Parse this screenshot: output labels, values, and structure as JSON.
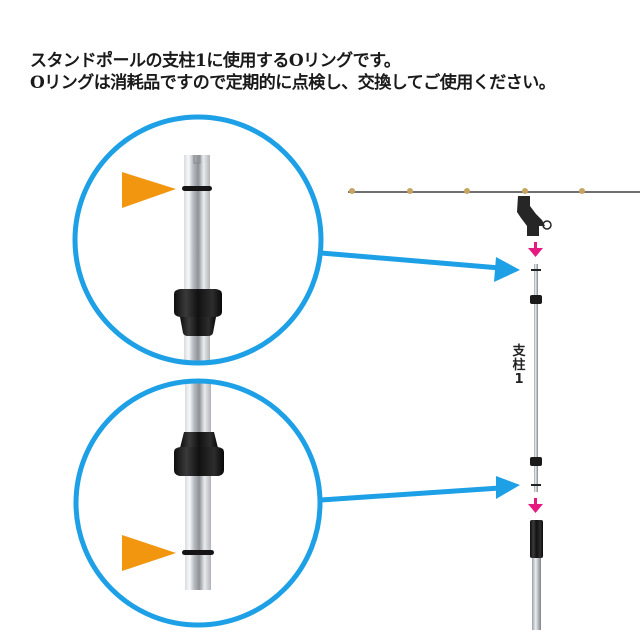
{
  "caption": {
    "line1": "スタンドポールの支柱1に使用するOリングです。",
    "line2": "Oリングは消耗品ですので定期的に点検し、交換してご使用ください。"
  },
  "diagram": {
    "part_label_chars": [
      "支",
      "柱",
      "1"
    ],
    "part_label": "支柱1",
    "detail_callouts": [
      {
        "name": "top-o-ring-detail",
        "marker": "orange-triangle-pointer"
      },
      {
        "name": "bottom-o-ring-detail",
        "marker": "orange-triangle-pointer"
      }
    ],
    "colors": {
      "callout_blue": "#1ea0e6",
      "pointer_orange": "#f3960f",
      "arrow_magenta": "#e6197f",
      "knob_black": "#1c1c1c",
      "pole_silver": "#c8ccd0",
      "boom_brass": "#c8a463"
    }
  }
}
